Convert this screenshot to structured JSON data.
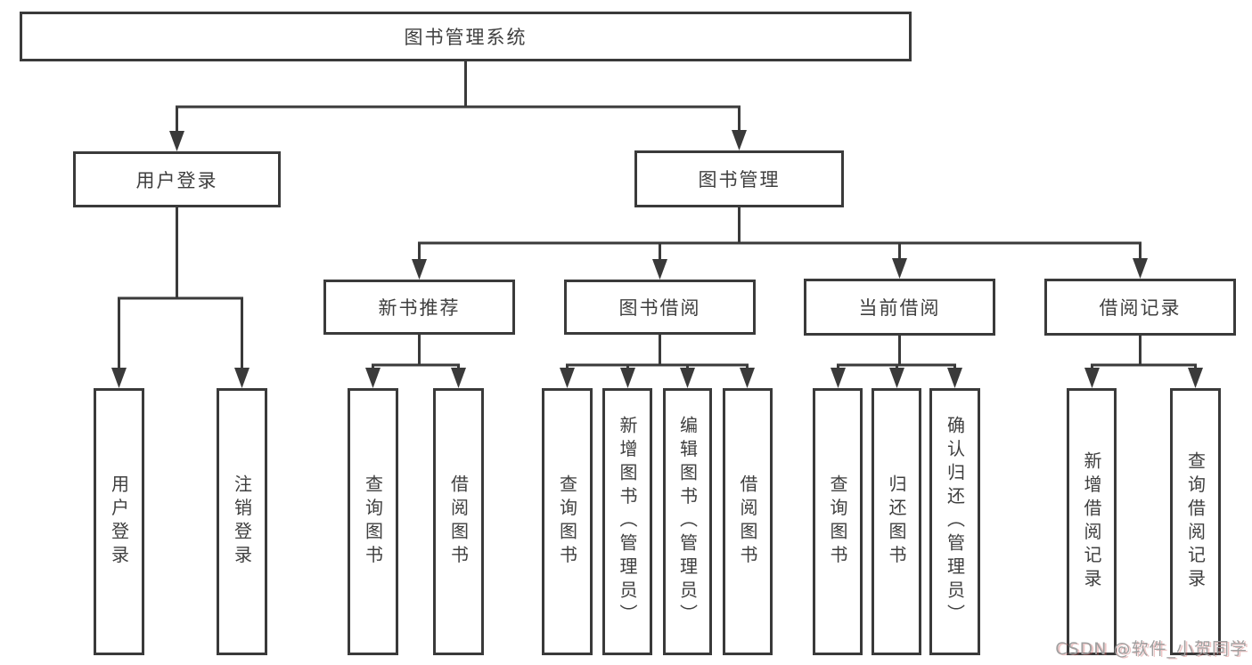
{
  "diagram": {
    "title": "图书管理系统",
    "level2": [
      {
        "label": "用户登录",
        "children": [
          {
            "label": "用户登录"
          },
          {
            "label": "注销登录"
          }
        ]
      },
      {
        "label": "图书管理",
        "children": [
          {
            "label": "新书推荐",
            "children": [
              {
                "label": "查询图书"
              },
              {
                "label": "借阅图书"
              }
            ]
          },
          {
            "label": "图书借阅",
            "children": [
              {
                "label": "查询图书"
              },
              {
                "label": "新增图书（管理员）"
              },
              {
                "label": "编辑图书（管理员）"
              },
              {
                "label": "借阅图书"
              }
            ]
          },
          {
            "label": "当前借阅",
            "children": [
              {
                "label": "查询图书"
              },
              {
                "label": "归还图书"
              },
              {
                "label": "确认归还（管理员）"
              }
            ]
          },
          {
            "label": "借阅记录",
            "children": [
              {
                "label": "新增借阅记录"
              },
              {
                "label": "查询借阅记录"
              }
            ]
          }
        ]
      }
    ]
  },
  "watermark": "CSDN @软件_小贺同学",
  "colors": {
    "line": "#3a3a3a",
    "text": "#3f3f3f",
    "background": "#ffffff",
    "watermark": "#a0a0a0"
  }
}
